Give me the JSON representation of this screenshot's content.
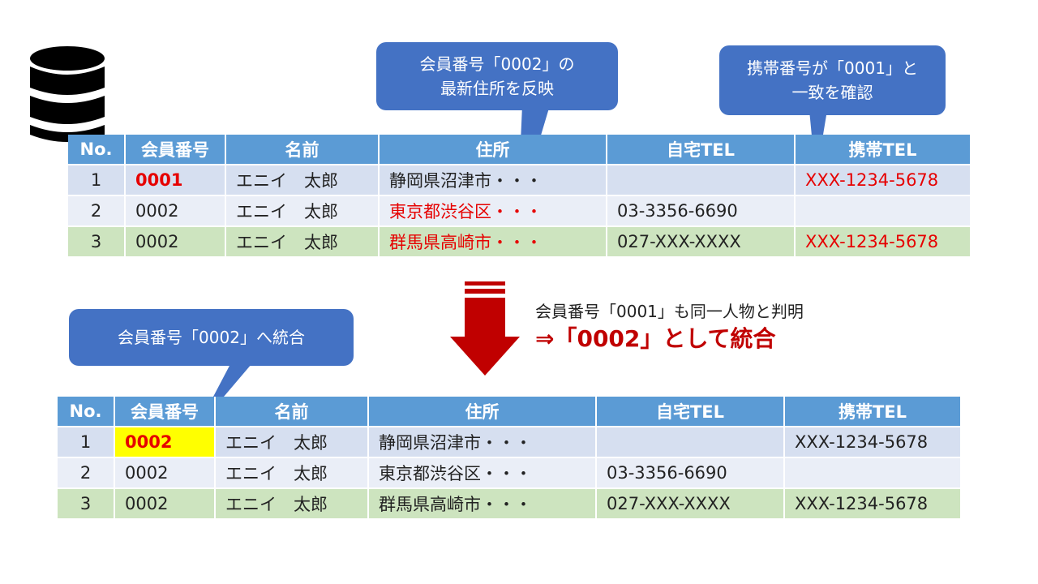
{
  "callouts": {
    "address_line1": "会員番号「0002」の",
    "address_line2": "最新住所を反映",
    "mobile_line1": "携帯番号が「0001」と",
    "mobile_line2": "一致を確認",
    "merge": "会員番号「0002」へ統合"
  },
  "merge_message": {
    "note": "会員番号「0001」も同一人物と判明",
    "result": "⇒「0002」として統合"
  },
  "table_columns": [
    "No.",
    "会員番号",
    "名前",
    "住所",
    "自宅TEL",
    "携帯TEL"
  ],
  "table_before": [
    {
      "no": "1",
      "member": "0001",
      "name": "エニイ　太郎",
      "address": "静岡県沼津市・・・",
      "home": "",
      "mobile": "XXX-1234-5678"
    },
    {
      "no": "2",
      "member": "0002",
      "name": "エニイ　太郎",
      "address": "東京都渋谷区・・・",
      "home": "03-3356-6690",
      "mobile": ""
    },
    {
      "no": "3",
      "member": "0002",
      "name": "エニイ　太郎",
      "address": "群馬県高崎市・・・",
      "home": "027-XXX-XXXX",
      "mobile": "XXX-1234-5678"
    }
  ],
  "table_after": [
    {
      "no": "1",
      "member": "0002",
      "name": "エニイ　太郎",
      "address": "静岡県沼津市・・・",
      "home": "",
      "mobile": "XXX-1234-5678"
    },
    {
      "no": "2",
      "member": "0002",
      "name": "エニイ　太郎",
      "address": "東京都渋谷区・・・",
      "home": "03-3356-6690",
      "mobile": ""
    },
    {
      "no": "3",
      "member": "0002",
      "name": "エニイ　太郎",
      "address": "群馬県高崎市・・・",
      "home": "027-XXX-XXXX",
      "mobile": "XXX-1234-5678"
    }
  ],
  "icons": {
    "database": "database-icon",
    "arrow": "arrow-down-icon"
  },
  "colors": {
    "header": "#5b9bd5",
    "callout": "#4472c4",
    "highlight_red": "#e60000",
    "arrow_red": "#c00000",
    "highlight_yellow": "#ffff00"
  }
}
